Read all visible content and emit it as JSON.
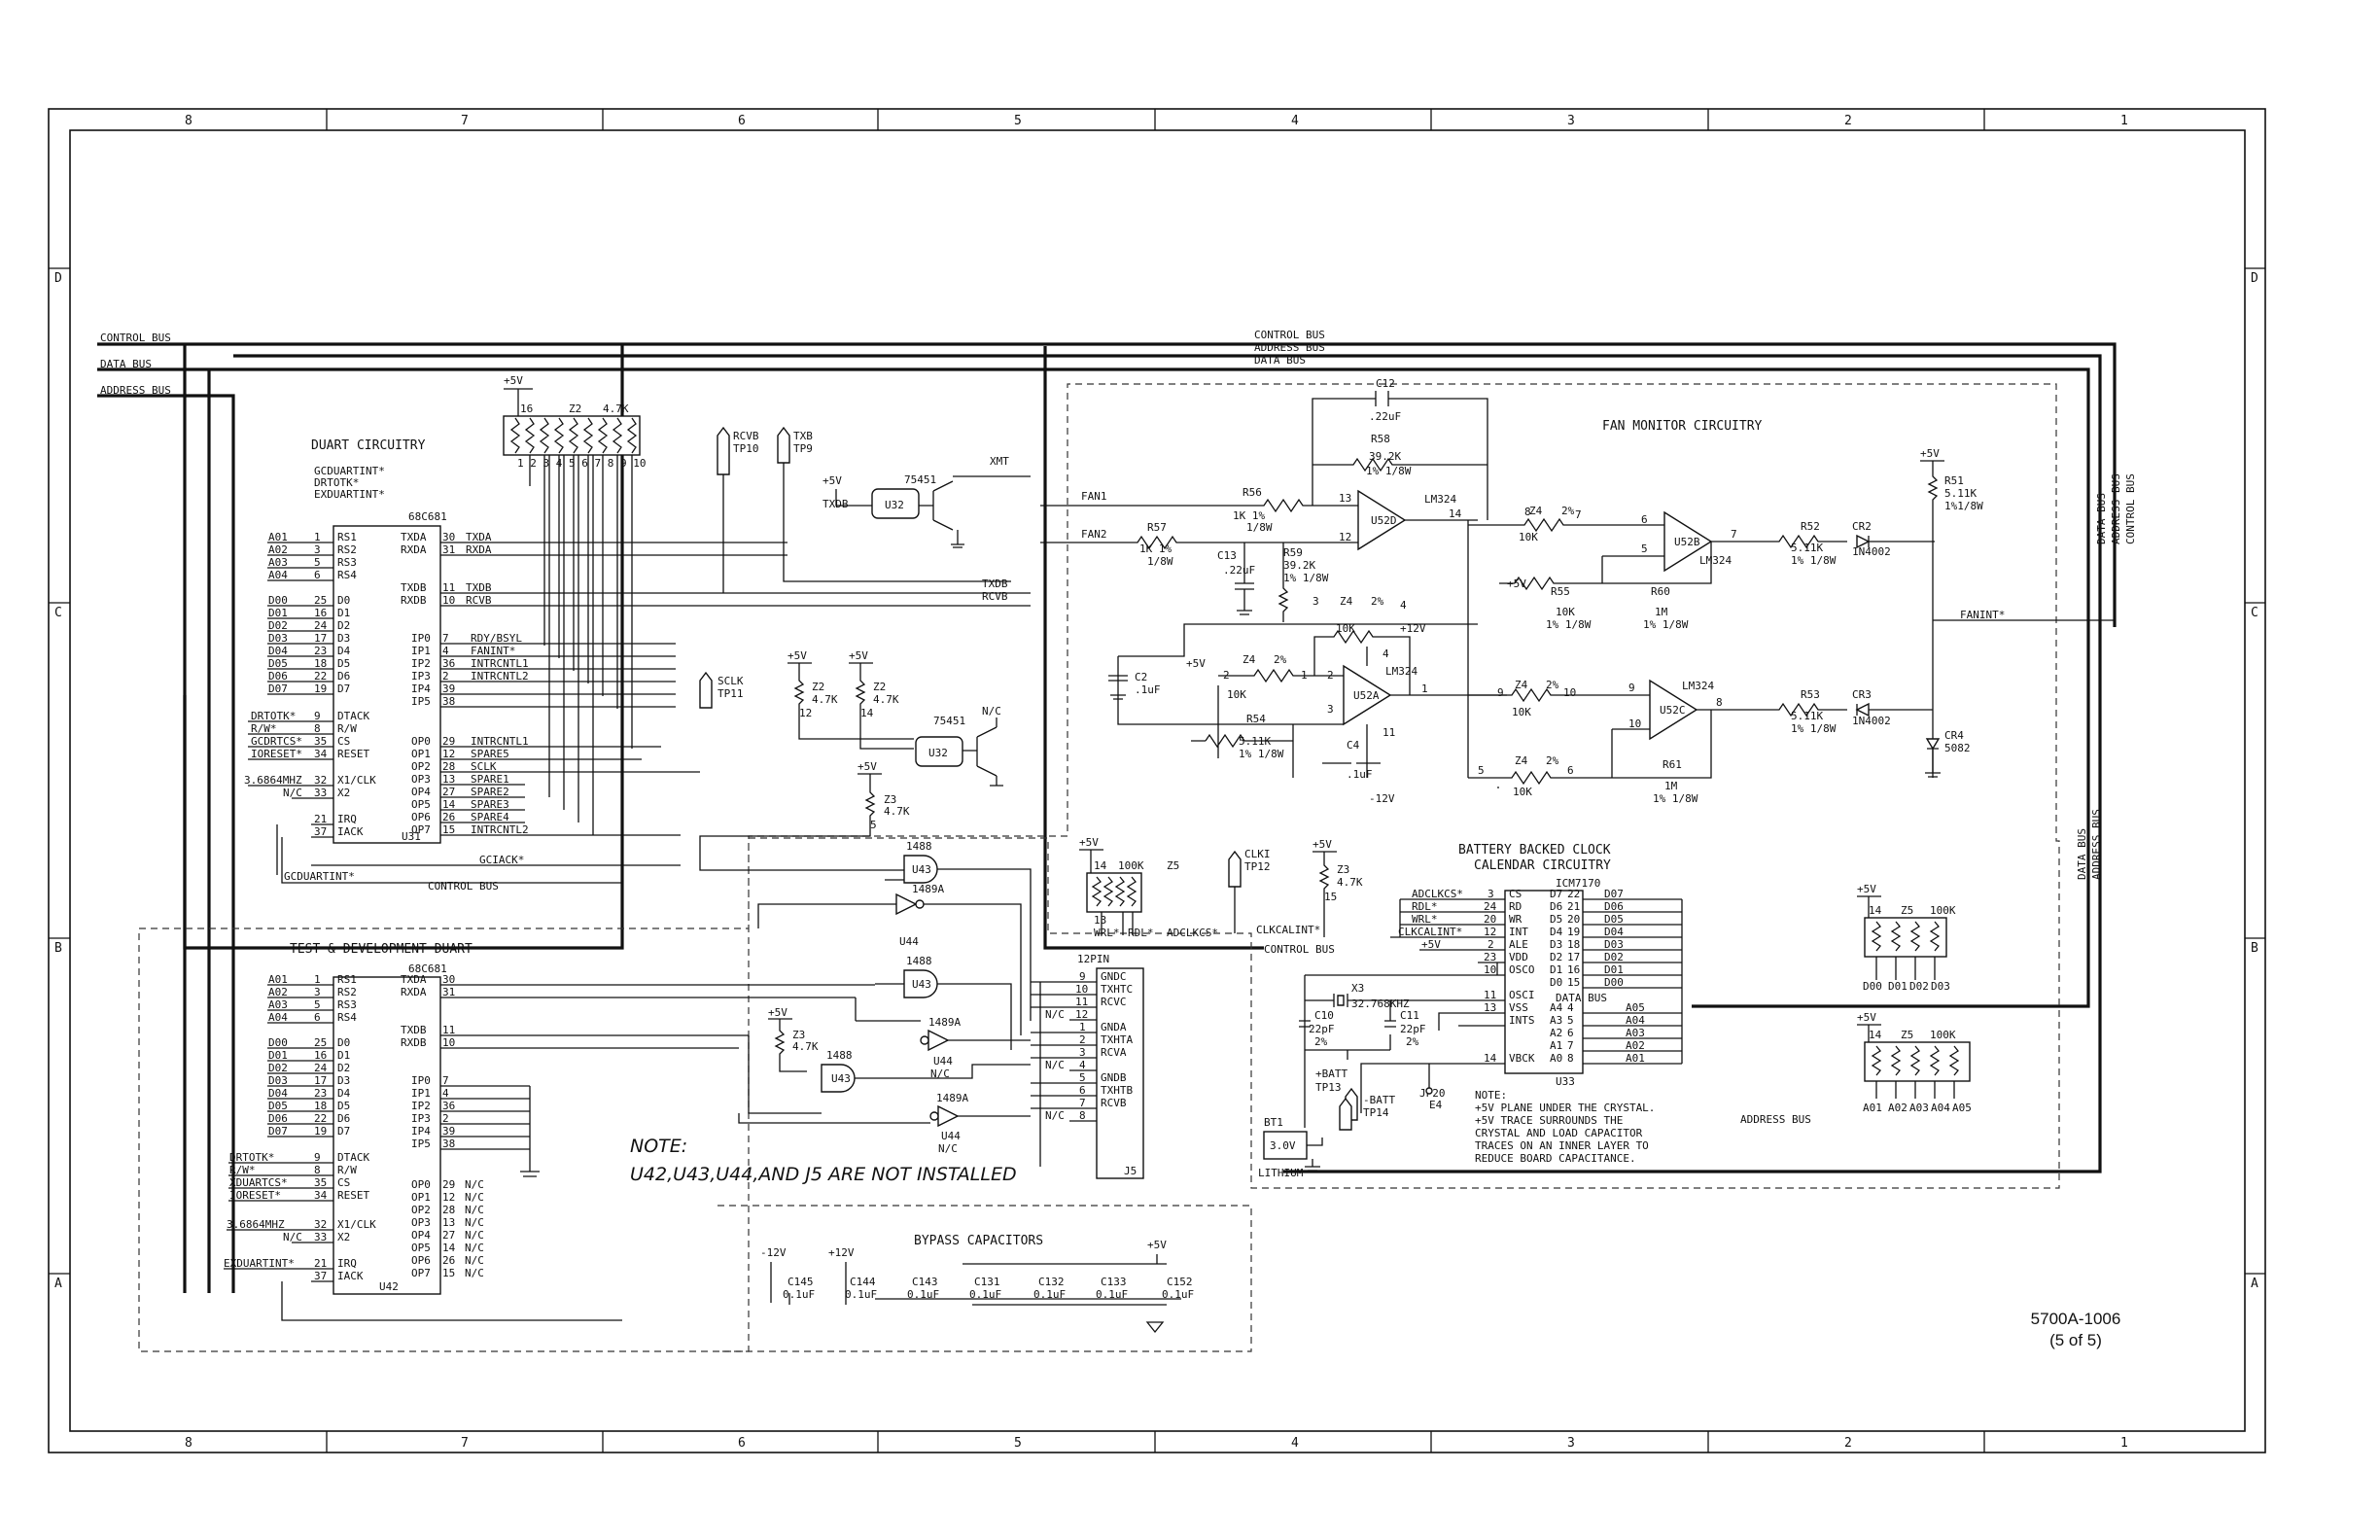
{
  "zones": {
    "columns": [
      "8",
      "7",
      "6",
      "5",
      "4",
      "3",
      "2",
      "1"
    ],
    "rows": [
      "D",
      "C",
      "B",
      "A"
    ]
  },
  "buses": {
    "control": "CONTROL BUS",
    "data": "DATA BUS",
    "address": "ADDRESS BUS"
  },
  "duart": {
    "title": "DUART CIRCUITRY",
    "chip": "68C681",
    "ref": "U31",
    "left_signals": [
      "GCDUARTINT*",
      "DRTOTK*",
      "EXDUARTINT*"
    ],
    "addr_pins": [
      [
        "A01",
        "1",
        "RS1"
      ],
      [
        "A02",
        "3",
        "RS2"
      ],
      [
        "A03",
        "5",
        "RS3"
      ],
      [
        "A04",
        "6",
        "RS4"
      ]
    ],
    "data_pins": [
      [
        "D00",
        "25",
        "D0"
      ],
      [
        "D01",
        "16",
        "D1"
      ],
      [
        "D02",
        "24",
        "D2"
      ],
      [
        "D03",
        "17",
        "D3"
      ],
      [
        "D04",
        "23",
        "D4"
      ],
      [
        "D05",
        "18",
        "D5"
      ],
      [
        "D06",
        "22",
        "D6"
      ],
      [
        "D07",
        "19",
        "D7"
      ]
    ],
    "ctrl_pins": [
      [
        "DRTOTK*",
        "9",
        "DTACK"
      ],
      [
        "R/W*",
        "8",
        "R/W"
      ],
      [
        "GCDRTCS*",
        "35",
        "CS"
      ],
      [
        "IORESET*",
        "34",
        "RESET"
      ]
    ],
    "xtal": [
      "3.6864MHZ",
      "32",
      "X1/CLK"
    ],
    "xtal2": [
      "N/C",
      "33",
      "X2"
    ],
    "irq": [
      [
        "21",
        "IRQ"
      ],
      [
        "37",
        "IACK"
      ]
    ],
    "right_pins": [
      [
        "TXDA",
        "30",
        "TXDA"
      ],
      [
        "RXDA",
        "31",
        "RXDA"
      ],
      [
        "TXDB",
        "11",
        "TXDB"
      ],
      [
        "RXDB",
        "10",
        "RCVB"
      ]
    ],
    "ip_pins": [
      [
        "IP0",
        "7",
        "RDY/BSYL"
      ],
      [
        "IP1",
        "4",
        "FANINT*"
      ],
      [
        "IP2",
        "36",
        "INTRCNTL1"
      ],
      [
        "IP3",
        "2",
        "INTRCNTL2"
      ],
      [
        "IP4",
        "39",
        ""
      ],
      [
        "IP5",
        "38",
        ""
      ]
    ],
    "op_pins": [
      [
        "OP0",
        "29",
        "INTRCNTL1"
      ],
      [
        "OP1",
        "12",
        "SPARE5"
      ],
      [
        "OP2",
        "28",
        "SCLK"
      ],
      [
        "OP3",
        "13",
        "SPARE1"
      ],
      [
        "OP4",
        "27",
        "SPARE2"
      ],
      [
        "OP5",
        "14",
        "SPARE3"
      ],
      [
        "OP6",
        "26",
        "SPARE4"
      ],
      [
        "OP7",
        "15",
        "INTRCNTL2"
      ]
    ],
    "z2": "Z2",
    "z2val": "4.7K",
    "supply": "+5V",
    "gciack": "GCIACK*",
    "gcduartint": "GCDUARTINT*"
  },
  "test_duart": {
    "title": "TEST & DEVELOPMENT DUART",
    "chip": "68C681",
    "ref": "U42",
    "addr_pins": [
      [
        "A01",
        "1",
        "RS1"
      ],
      [
        "A02",
        "3",
        "RS2"
      ],
      [
        "A03",
        "5",
        "RS3"
      ],
      [
        "A04",
        "6",
        "RS4"
      ]
    ],
    "data_pins": [
      [
        "D00",
        "25",
        "D0"
      ],
      [
        "D01",
        "16",
        "D1"
      ],
      [
        "D02",
        "24",
        "D2"
      ],
      [
        "D03",
        "17",
        "D3"
      ],
      [
        "D04",
        "23",
        "D4"
      ],
      [
        "D05",
        "18",
        "D5"
      ],
      [
        "D06",
        "22",
        "D6"
      ],
      [
        "D07",
        "19",
        "D7"
      ]
    ],
    "ctrl_pins": [
      [
        "DRTOTK*",
        "9",
        "DTACK"
      ],
      [
        "R/W*",
        "8",
        "R/W"
      ],
      [
        "XDUARTCS*",
        "35",
        "CS"
      ],
      [
        "IORESET*",
        "34",
        "RESET"
      ]
    ],
    "xtal": [
      "3.6864MHZ",
      "32",
      "X1/CLK"
    ],
    "xtal2": [
      "N/C",
      "33",
      "X2"
    ],
    "irq": [
      [
        "EXDUARTINT*",
        "21",
        "IRQ"
      ],
      [
        "",
        "37",
        "IACK"
      ]
    ],
    "right_pins": [
      [
        "TXDA",
        "30"
      ],
      [
        "RXDA",
        "31"
      ],
      [
        "TXDB",
        "11"
      ],
      [
        "RXDB",
        "10"
      ]
    ],
    "ip_pins": [
      [
        "IP0",
        "7"
      ],
      [
        "IP1",
        "4"
      ],
      [
        "IP2",
        "36"
      ],
      [
        "IP3",
        "2"
      ],
      [
        "IP4",
        "39"
      ],
      [
        "IP5",
        "38"
      ]
    ],
    "op_pins": [
      [
        "OP0",
        "29"
      ],
      [
        "OP1",
        "12"
      ],
      [
        "OP2",
        "28"
      ],
      [
        "OP3",
        "13"
      ],
      [
        "OP4",
        "27"
      ],
      [
        "OP5",
        "14"
      ],
      [
        "OP6",
        "26"
      ],
      [
        "OP7",
        "15"
      ]
    ],
    "nc": "N/C"
  },
  "note": {
    "title": "NOTE:",
    "text": "U42,U43,U44,AND J5 ARE NOT INSTALLED"
  },
  "serial": {
    "rcvb_tp": [
      "RCVB",
      "TP10"
    ],
    "txb_tp": [
      "TXB",
      "TP9"
    ],
    "u32_top": "U32",
    "u32_part": "75451",
    "xmt": "XMT",
    "txdb": "TXDB",
    "rcvb": "RCVB",
    "sclk_tp": [
      "SCLK",
      "TP11"
    ],
    "z2a": [
      "Z2",
      "4.7K",
      "12"
    ],
    "z2b": [
      "Z2",
      "4.7K",
      "14"
    ],
    "z3": [
      "Z3",
      "4.7K",
      "5"
    ],
    "u43": "U43",
    "u44": "U44",
    "p14ba": "1488",
    "p14a": "1489A",
    "j5": "J5",
    "j5_title": "12PIN",
    "j5_pins": [
      [
        "9",
        "GNDC"
      ],
      [
        "10",
        "TXHTC"
      ],
      [
        "11",
        "RCVC"
      ],
      [
        "12",
        "N/C"
      ],
      [
        "1",
        "GNDA"
      ],
      [
        "2",
        "TXHTA"
      ],
      [
        "3",
        "RCVA"
      ],
      [
        "4",
        "N/C"
      ],
      [
        "5",
        "GNDB"
      ],
      [
        "6",
        "TXHTB"
      ],
      [
        "7",
        "RCVB"
      ],
      [
        "8",
        "N/C"
      ]
    ],
    "nc": "N/C",
    "supply": "+5V"
  },
  "fan": {
    "title": "FAN MONITOR CIRCUITRY",
    "fan1": "FAN1",
    "fan2": "FAN2",
    "c12": [
      "C12",
      ".22uF"
    ],
    "r58": [
      "R58",
      "39.2K",
      "1% 1/8W"
    ],
    "r56": [
      "R56",
      "1K 1%",
      "1/8W"
    ],
    "r57": [
      "R57",
      "1K 1%",
      "1/8W"
    ],
    "c13": [
      "C13",
      ".22uF"
    ],
    "r59": [
      "R59",
      "39.2K",
      "1% 1/8W"
    ],
    "u52d": [
      "U52D",
      "LM324"
    ],
    "u52b": [
      "U52B",
      "LM324"
    ],
    "u52a": [
      "U52A",
      "LM324"
    ],
    "u52c": [
      "U52C",
      "LM324"
    ],
    "z4": [
      "Z4",
      "2%",
      "10K"
    ],
    "r52": [
      "R52",
      "5.11K",
      "1% 1/8W"
    ],
    "r53": [
      "R53",
      "5.11K",
      "1% 1/8W"
    ],
    "r51": [
      "R51",
      "5.11K",
      "1%1/8W"
    ],
    "r55": [
      "R55",
      "10K",
      "1% 1/8W"
    ],
    "r60": [
      "R60",
      "1M",
      "1% 1/8W"
    ],
    "r54": [
      "R54",
      "5.11K",
      "1% 1/8W"
    ],
    "r61": [
      "R61",
      "1M",
      "1% 1/8W"
    ],
    "c2": [
      "C2",
      ".1uF"
    ],
    "c4": [
      "C4",
      ".1uF"
    ],
    "cr2": [
      "CR2",
      "1N4002"
    ],
    "cr3": [
      "CR3",
      "1N4002"
    ],
    "cr4": [
      "CR4",
      "5082"
    ],
    "faint": "FANINT*",
    "p12": "+12V",
    "m12": "-12V",
    "p5": "+5V"
  },
  "clock": {
    "title1": "BATTERY BACKED CLOCK",
    "title2": "CALENDAR CIRCUITRY",
    "chip": "ICM7170",
    "ref": "U33",
    "left": [
      [
        "ADCLKCS*",
        "3",
        "CS"
      ],
      [
        "RDL*",
        "24",
        "RD"
      ],
      [
        "WRL*",
        "20",
        "WR"
      ],
      [
        "CLKCALINT*",
        "12",
        "INT"
      ],
      [
        "+5V",
        "2",
        "ALE"
      ],
      [
        "",
        "23",
        "VDD"
      ],
      [
        "",
        "10",
        "OSCO"
      ],
      [
        "",
        "11",
        "OSCI"
      ],
      [
        "",
        "13",
        "VSS"
      ],
      [
        "",
        "",
        "INTS"
      ],
      [
        "",
        "14",
        "VBCK"
      ]
    ],
    "data_out": [
      [
        "D7",
        "22",
        "D07"
      ],
      [
        "D6",
        "21",
        "D06"
      ],
      [
        "D5",
        "20",
        "D05"
      ],
      [
        "D4",
        "19",
        "D04"
      ],
      [
        "D3",
        "18",
        "D03"
      ],
      [
        "D2",
        "17",
        "D02"
      ],
      [
        "D1",
        "16",
        "D01"
      ],
      [
        "D0",
        "15",
        "D00"
      ]
    ],
    "addr_in": [
      [
        "A4",
        "4",
        "A05"
      ],
      [
        "A3",
        "5",
        "A04"
      ],
      [
        "A2",
        "6",
        "A03"
      ],
      [
        "A1",
        "7",
        "A02"
      ],
      [
        "A0",
        "8",
        "A01"
      ]
    ],
    "x3": [
      "X3",
      "32.768KHZ"
    ],
    "c10": [
      "C10",
      "22pF",
      "2%"
    ],
    "c11": [
      "C11",
      "22pF",
      "2%"
    ],
    "bt1": [
      "BT1",
      "3.0V",
      "LITHIUM"
    ],
    "batt_tp13": [
      "+BATT",
      "TP13"
    ],
    "batt_tp14": [
      "-BATT",
      "TP14"
    ],
    "jp20": [
      "JP20",
      "E4"
    ],
    "note": [
      "NOTE:",
      "+5V PLANE UNDER THE CRYSTAL.",
      "+5V TRACE SURROUNDS THE",
      "CRYSTAL AND LOAD CAPACITOR",
      "TRACES ON AN INNER LAYER TO",
      "REDUCE BOARD CAPACITANCE."
    ],
    "clki": [
      "CLKI",
      "TP12"
    ],
    "z3": [
      "Z3",
      "4.7K",
      "15"
    ],
    "z5_top": [
      "14",
      "100K",
      "Z5",
      "13",
      "WRL*",
      "RDL*",
      "ADCLKCS*"
    ],
    "clkcalint": "CLKCALINT*",
    "controlbus": "CONTROL BUS",
    "databus": "DATA BUS",
    "addressbus": "ADDRESS BUS",
    "z5d": [
      "14",
      "Z5",
      "100K",
      "D00",
      "D01",
      "D02",
      "D03"
    ],
    "z5a": [
      "14",
      "Z5",
      "100K",
      "A01",
      "A02",
      "A03",
      "A04",
      "A05"
    ],
    "supply": "+5V"
  },
  "bypass": {
    "title": "BYPASS CAPACITORS",
    "caps": [
      [
        "-12V",
        "C145",
        "0.1uF"
      ],
      [
        "+12V",
        "C144",
        "0.1uF"
      ],
      [
        "",
        "C143",
        "0.1uF"
      ],
      [
        "",
        "C131",
        "0.1uF"
      ],
      [
        "",
        "C132",
        "0.1uF"
      ],
      [
        "",
        "C133",
        "0.1uF"
      ],
      [
        "+5V",
        "C152",
        "0.1uF"
      ]
    ]
  },
  "doc": {
    "number": "5700A-1006",
    "page": "(5 of 5)"
  }
}
